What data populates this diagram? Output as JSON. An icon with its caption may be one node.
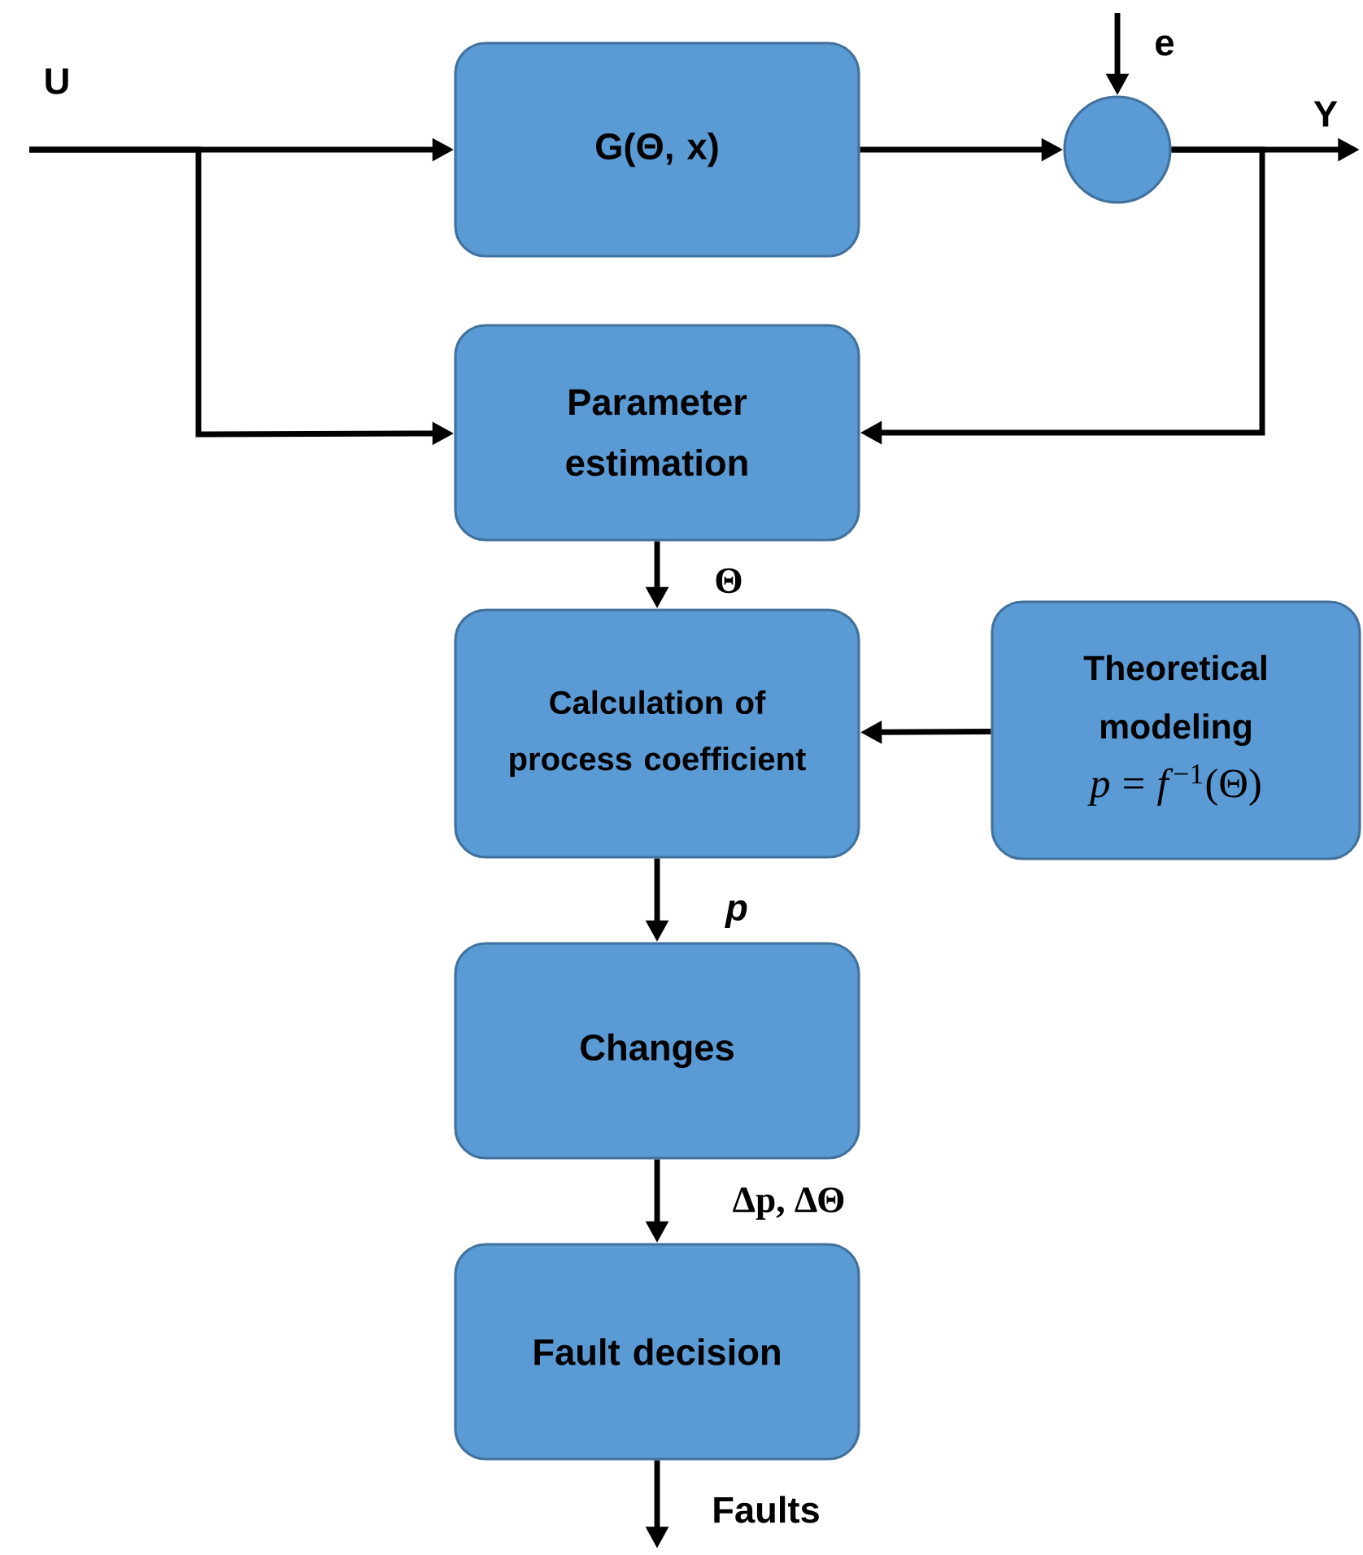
{
  "diagram": {
    "nodes": [
      {
        "text": [
          "G(Θ, x)"
        ]
      },
      {
        "text": [],
        "shape": "circle"
      },
      {
        "text": [
          "Parameter estimation"
        ]
      },
      {
        "text": [
          "Calculation of process coefficient"
        ]
      },
      {
        "text": [
          "Theoretical modeling",
          "*p* = *f*$^{−1}$(Θ)"
        ]
      },
      {
        "text": [
          "Changes"
        ]
      },
      {
        "text": [
          "Fault decision"
        ]
      }
    ],
    "edges": [
      {
        "from": null,
        "to": 0,
        "arrow": "to",
        "label": "U"
      },
      {
        "from": null,
        "to": 2,
        "arrow": "to"
      },
      {
        "from": 0,
        "to": 1,
        "arrow": "to"
      },
      {
        "from": null,
        "to": 1,
        "arrow": "to",
        "label": "e"
      },
      {
        "from": 1,
        "to": null,
        "arrow": "to",
        "label": "Y"
      },
      {
        "from": 1,
        "to": 2,
        "arrow": "to"
      },
      {
        "from": 2,
        "to": 3,
        "arrow": "to",
        "label": "Θ"
      },
      {
        "from": 4,
        "to": 3,
        "arrow": "to"
      },
      {
        "from": 3,
        "to": 5,
        "arrow": "to",
        "label": "p"
      },
      {
        "from": 5,
        "to": 6,
        "arrow": "to",
        "label": "Δp, ΔΘ"
      },
      {
        "from": 6,
        "to": null,
        "arrow": "to",
        "label": "Faults"
      }
    ]
  }
}
